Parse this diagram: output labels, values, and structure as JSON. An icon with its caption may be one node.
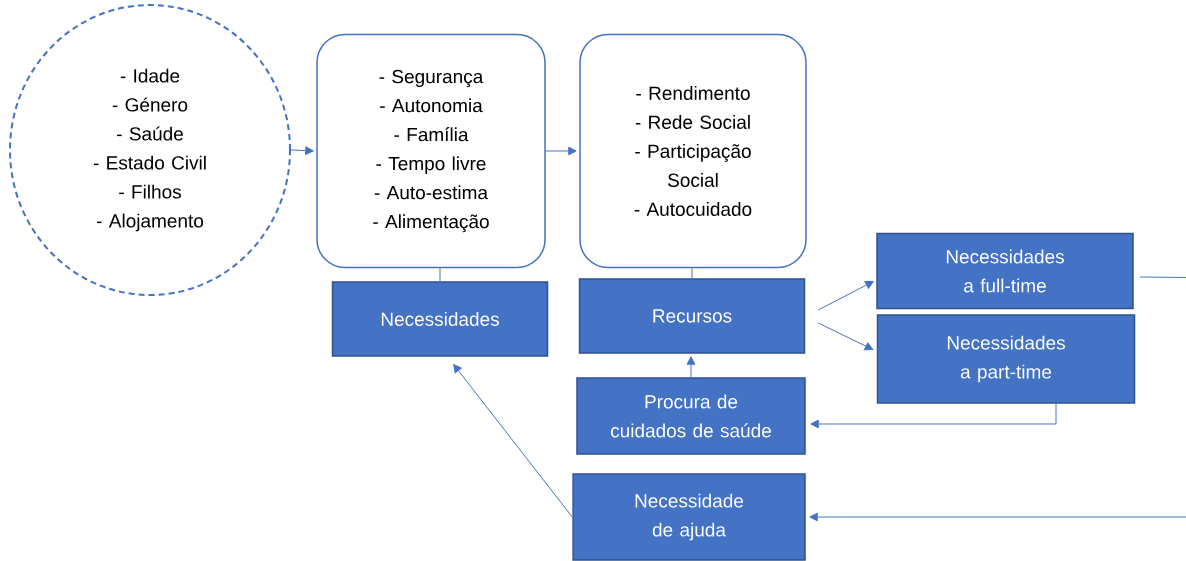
{
  "diagram": {
    "nodes": [
      {
        "text": [
          "- Idade",
          "- Género",
          "- Saúde",
          "- Estado Civil",
          "- Filhos",
          "- Alojamento"
        ]
      },
      {
        "text": [
          "- Segurança",
          "- Autonomia",
          "- Família",
          "- Tempo livre",
          "- Auto-estima",
          "- Alimentação"
        ]
      },
      {
        "text": [
          "- Rendimento",
          "- Rede Social",
          "- Participação Social",
          "- Autocuidado"
        ]
      },
      {
        "text": [
          "Necessidades"
        ]
      },
      {
        "text": [
          "Recursos"
        ]
      },
      {
        "text": [
          "Necessidades a full-time"
        ]
      },
      {
        "text": [
          "Necessidades a part-time"
        ]
      },
      {
        "text": [
          "Procura de cuidados de saúde"
        ]
      },
      {
        "text": [
          "Necessidade de ajuda"
        ]
      }
    ],
    "edges": [
      {
        "from": 0,
        "to": 1,
        "arrow": "to"
      },
      {
        "from": 1,
        "to": 2,
        "arrow": "to"
      },
      {
        "from": 1,
        "to": 3,
        "arrow": "none"
      },
      {
        "from": 2,
        "to": 4,
        "arrow": "none"
      },
      {
        "from": 4,
        "to": 5,
        "arrow": "to"
      },
      {
        "from": 4,
        "to": 6,
        "arrow": "to"
      },
      {
        "from": 7,
        "to": 4,
        "arrow": "to"
      },
      {
        "from": 6,
        "to": 7,
        "arrow": "to"
      },
      {
        "from": 5,
        "to": null,
        "arrow": "none"
      },
      {
        "from": null,
        "to": 8,
        "arrow": "to"
      },
      {
        "from": 8,
        "to": 3,
        "arrow": "to"
      }
    ]
  }
}
